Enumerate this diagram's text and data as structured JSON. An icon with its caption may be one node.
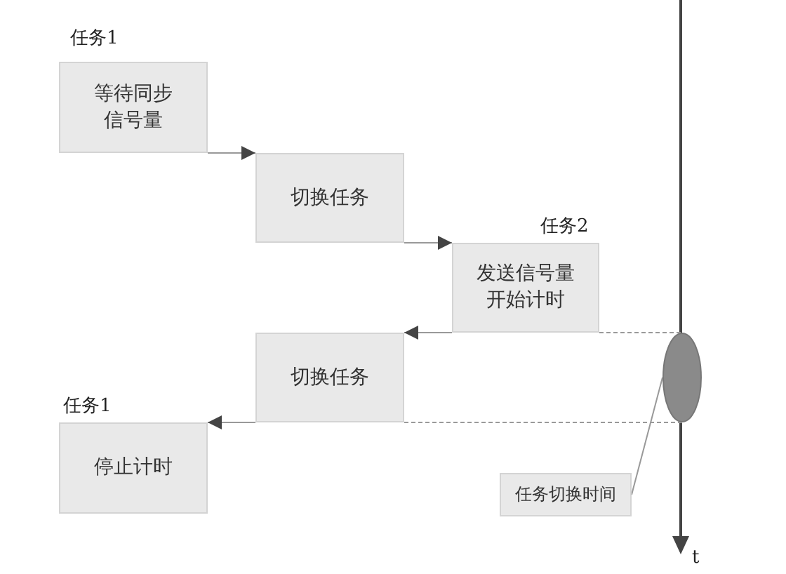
{
  "diagram": {
    "nodes": [
      {
        "text": [
          "等待同步信号量"
        ],
        "beside": [
          "任务1"
        ]
      },
      {
        "text": [
          "切换任务"
        ]
      },
      {
        "text": [
          "发送信号量开始计时"
        ],
        "beside": [
          "任务2"
        ]
      },
      {
        "text": [
          "切换任务"
        ]
      },
      {
        "text": [
          "停止计时"
        ],
        "beside": [
          "任务1"
        ]
      },
      {
        "text": [],
        "shape": "ellipse"
      },
      {
        "text": [
          "任务切换时间"
        ]
      }
    ],
    "edges": [
      {
        "from": 0,
        "to": 1,
        "arrow": "to"
      },
      {
        "from": 1,
        "to": 2,
        "arrow": "to"
      },
      {
        "from": 2,
        "to": 3,
        "arrow": "to"
      },
      {
        "from": 3,
        "to": 4,
        "arrow": "to"
      },
      {
        "from": 2,
        "to": 5,
        "arrow": "none",
        "style": "dashed"
      },
      {
        "from": 3,
        "to": 5,
        "arrow": "none",
        "style": "dashed"
      },
      {
        "from": 6,
        "to": 5,
        "arrow": "none"
      }
    ],
    "labels": [
      "t"
    ]
  }
}
